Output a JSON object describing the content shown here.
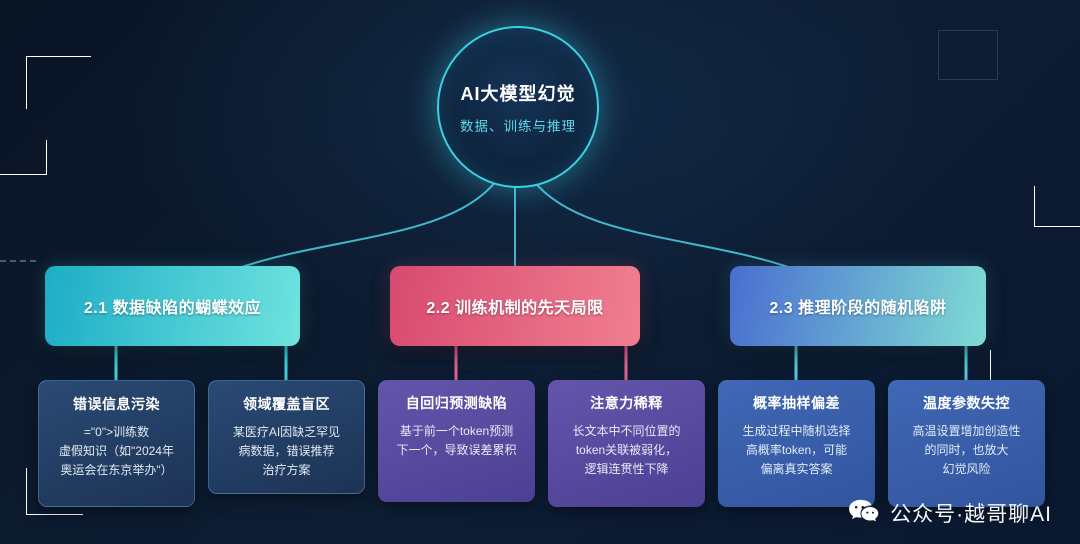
{
  "root": {
    "title": "AI大模型幻觉",
    "subtitle": "数据、训练与推理"
  },
  "branches": [
    {
      "label": "2.1 数据缺陷的蝴蝶效应",
      "color_from": "#1cadc6",
      "color_to": "#6fe3df",
      "children": [
        {
          "title": "错误信息污染",
          "body": "=\"0\">训练数\n虚假知识（如\"2024年\n奥运会在东京举办\"）"
        },
        {
          "title": "领域覆盖盲区",
          "body": "某医疗AI因缺乏罕见\n病数据，错误推荐\n治疗方案"
        }
      ]
    },
    {
      "label": "2.2 训练机制的先天局限",
      "color_from": "#d84a70",
      "color_to": "#f07f90",
      "children": [
        {
          "title": "自回归预测缺陷",
          "body": "基于前一个token预测\n下一个，导致误差累积"
        },
        {
          "title": "注意力稀释",
          "body": "长文本中不同位置的\ntoken关联被弱化，\n逻辑连贯性下降"
        }
      ]
    },
    {
      "label": "2.3 推理阶段的随机陷阱",
      "color_from": "#4a6ed0",
      "color_to": "#7edcd4",
      "children": [
        {
          "title": "概率抽样偏差",
          "body": "生成过程中随机选择\n高概率token，可能\n偏离真实答案"
        },
        {
          "title": "温度参数失控",
          "body": "高温设置增加创造性\n的同时，也放大\n幻觉风险"
        }
      ]
    }
  ],
  "watermark": {
    "text": "公众号·越哥聊AI"
  },
  "colors": {
    "background": "#0b1a30",
    "connector": "#46c9dd",
    "stub_branch1": "#3ed2da",
    "stub_branch2": "#e2628f",
    "stub_branch3": "#55cbd6",
    "card_dark": "#23406a",
    "card_purple": "#5a4da3",
    "card_blue": "#3a5fad"
  }
}
